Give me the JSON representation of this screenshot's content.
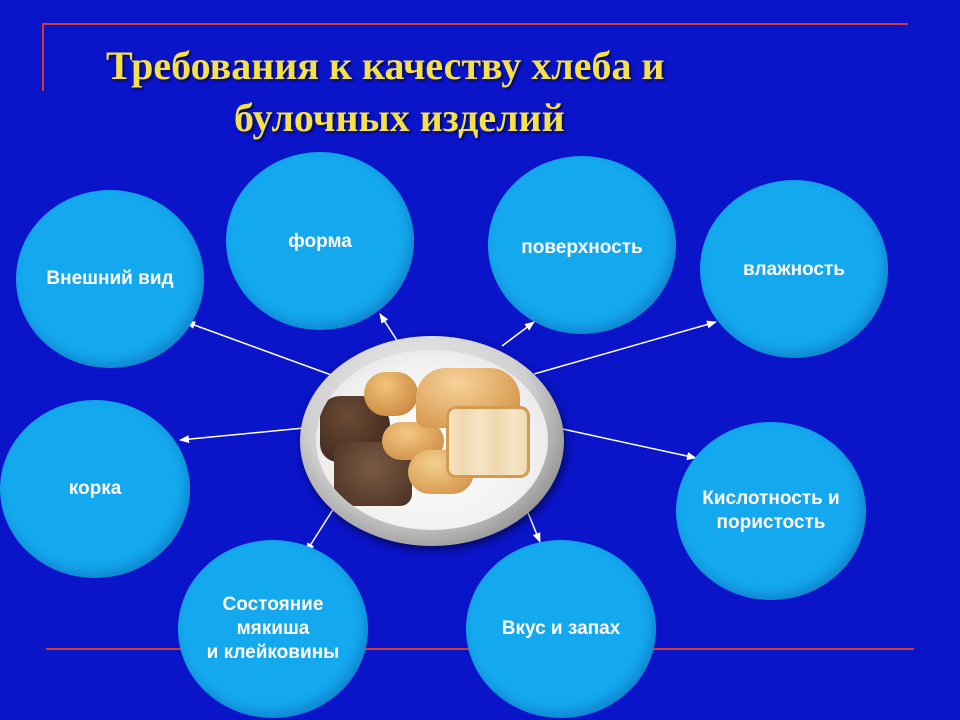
{
  "title": {
    "line1": "Требования к качеству хлеба и",
    "line2": "булочных изделий"
  },
  "center": {
    "icon": "bread-plate-icon"
  },
  "nodes": [
    {
      "id": "vneshniy-vid",
      "label": "Внешний вид"
    },
    {
      "id": "forma",
      "label": "форма"
    },
    {
      "id": "poverkhnost",
      "label": "поверхность"
    },
    {
      "id": "vlazhnost",
      "label": "влажность"
    },
    {
      "id": "korka",
      "label": "корка"
    },
    {
      "id": "kislotnost",
      "label": "Кислотность и\nпористость"
    },
    {
      "id": "myakish",
      "label": "Состояние\nмякиша\nи клейковины"
    },
    {
      "id": "vkus",
      "label": "Вкус и запах"
    }
  ],
  "colors": {
    "background": "#0a14c8",
    "bubble": "#14a8ef",
    "title": "#f4e04a",
    "accent_line": "#d2383a",
    "arrow": "#ffffff"
  }
}
